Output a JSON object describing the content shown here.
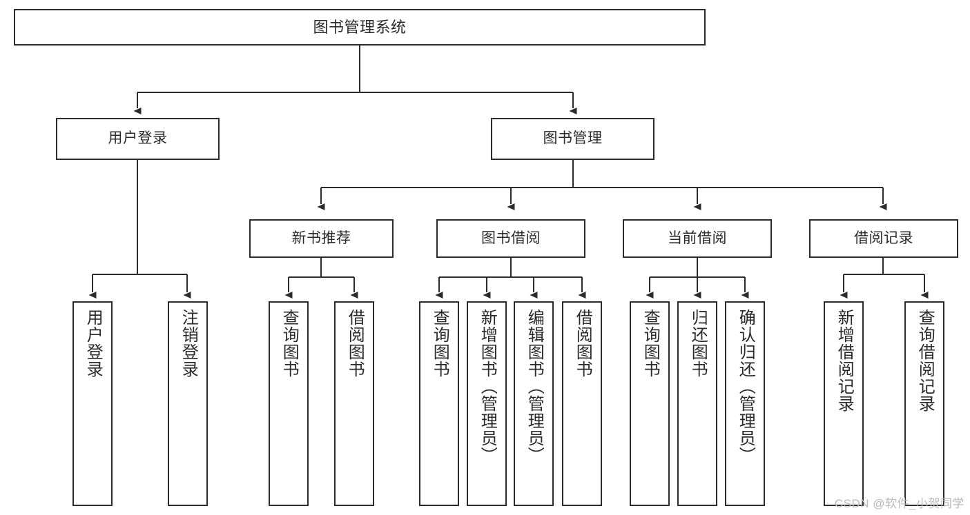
{
  "diagram": {
    "title": "图书管理系统",
    "watermark": "CSDN @软件_小贺同学",
    "line_color": "#2b2b2b",
    "text_color": "#2a2a2a",
    "background": "#ffffff",
    "nodes": {
      "root": "图书管理系统",
      "tier2": {
        "user_login": "用户登录",
        "book_manage": "图书管理"
      },
      "tier3": {
        "new_book_rec": "新书推荐",
        "book_borrow": "图书借阅",
        "current_borrow": "当前借阅",
        "borrow_record": "借阅记录"
      },
      "leaves": {
        "user_login_1": "用户登录",
        "user_login_2": "注销登录",
        "new_book_rec_1": "查询图书",
        "new_book_rec_2": "借阅图书",
        "book_borrow_1": "查询图书",
        "book_borrow_2": "新增图书（管理员）",
        "book_borrow_3": "编辑图书（管理员）",
        "book_borrow_4": "借阅图书",
        "current_borrow_1": "查询图书",
        "current_borrow_2": "归还图书",
        "current_borrow_3": "确认归还（管理员）",
        "borrow_record_1": "新增借阅记录",
        "borrow_record_2": "查询借阅记录"
      }
    }
  }
}
